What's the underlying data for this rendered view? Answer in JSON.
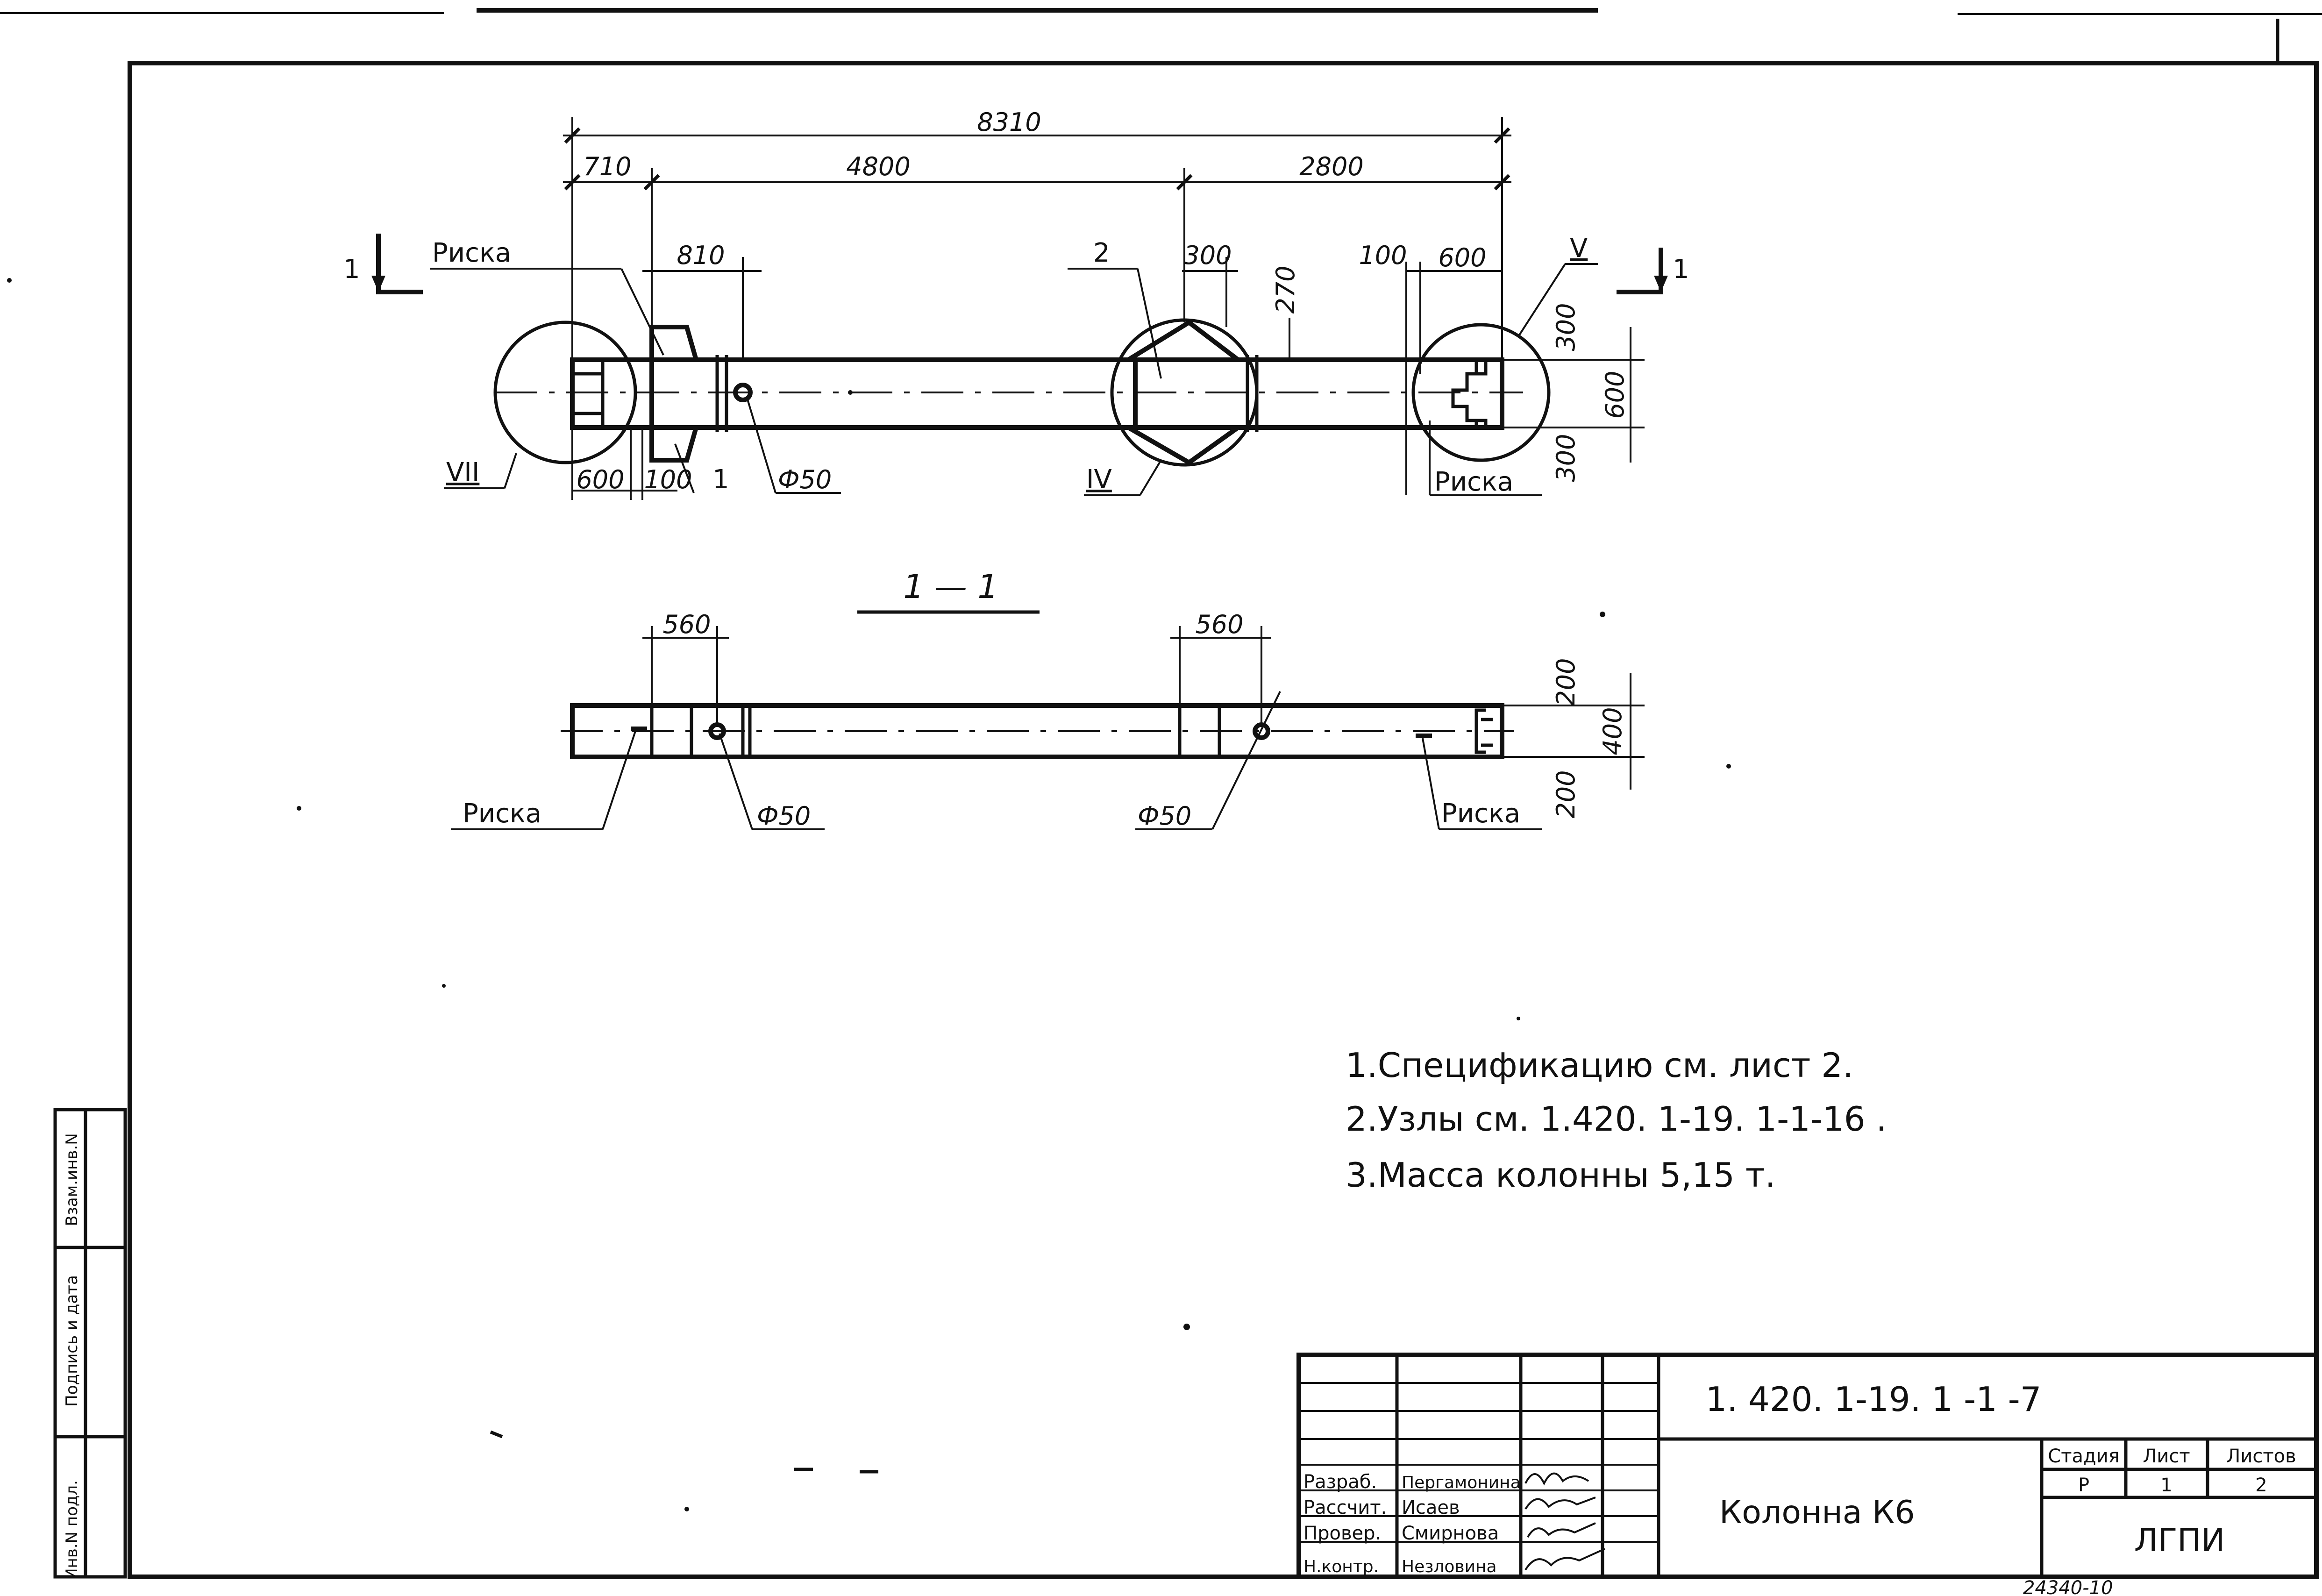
{
  "plan": {
    "overall_length": "8310",
    "left_offset": "710",
    "mid_span": "4800",
    "right_span": "2800",
    "bracket_dim": "810",
    "col_300_top": "300",
    "bracket_height": "270",
    "end_dim_100": "100",
    "end_dim_600": "600",
    "width_300_top": "300",
    "width_600": "600",
    "width_300_bottom": "300",
    "bottom_600": "600",
    "bottom_100": "100",
    "mark_1": "1",
    "mark_2": "2",
    "hole_label": "Ф50",
    "riska_top_left": "Риска",
    "riska_top_right": "Риска",
    "node_vii": "VII",
    "node_iv": "IV",
    "node_v": "V",
    "section_mark_left": "1",
    "section_mark_right": "1"
  },
  "section": {
    "title": "1 — 1",
    "dim_560_left": "560",
    "dim_560_right": "560",
    "height_200_top": "200",
    "height_400": "400",
    "height_200_bottom": "200",
    "riska_left": "Риска",
    "riska_right": "Риска",
    "hole_left": "Ф50",
    "hole_right": "Ф50"
  },
  "notes": [
    "1.Спецификацию   см. лист 2.",
    "2.Узлы  см. 1.420. 1-19. 1-1-16 .",
    "3.Масса   колонны   5,15 т."
  ],
  "title_block": {
    "doc_code": "1. 420. 1-19. 1 -1 -7",
    "title": "Колонна  К6",
    "stage_header": "Стадия",
    "sheet_header": "Лист",
    "sheets_header": "Листов",
    "stage": "Р",
    "sheet": "1",
    "sheets": "2",
    "org": "ЛГПИ",
    "roles": [
      {
        "role": "Разраб.",
        "name": "Пергамонина"
      },
      {
        "role": "Рассчит.",
        "name": "Исаев"
      },
      {
        "role": "Провер.",
        "name": "Смирнова"
      },
      {
        "role": "Н.контр.",
        "name": "Незловина"
      }
    ],
    "footer_number": "24340-10"
  },
  "side_stamp": {
    "inv_podl": "Инв.N подл.",
    "podpis": "Подпись и дата",
    "vzam": "Взам.инв.N"
  }
}
